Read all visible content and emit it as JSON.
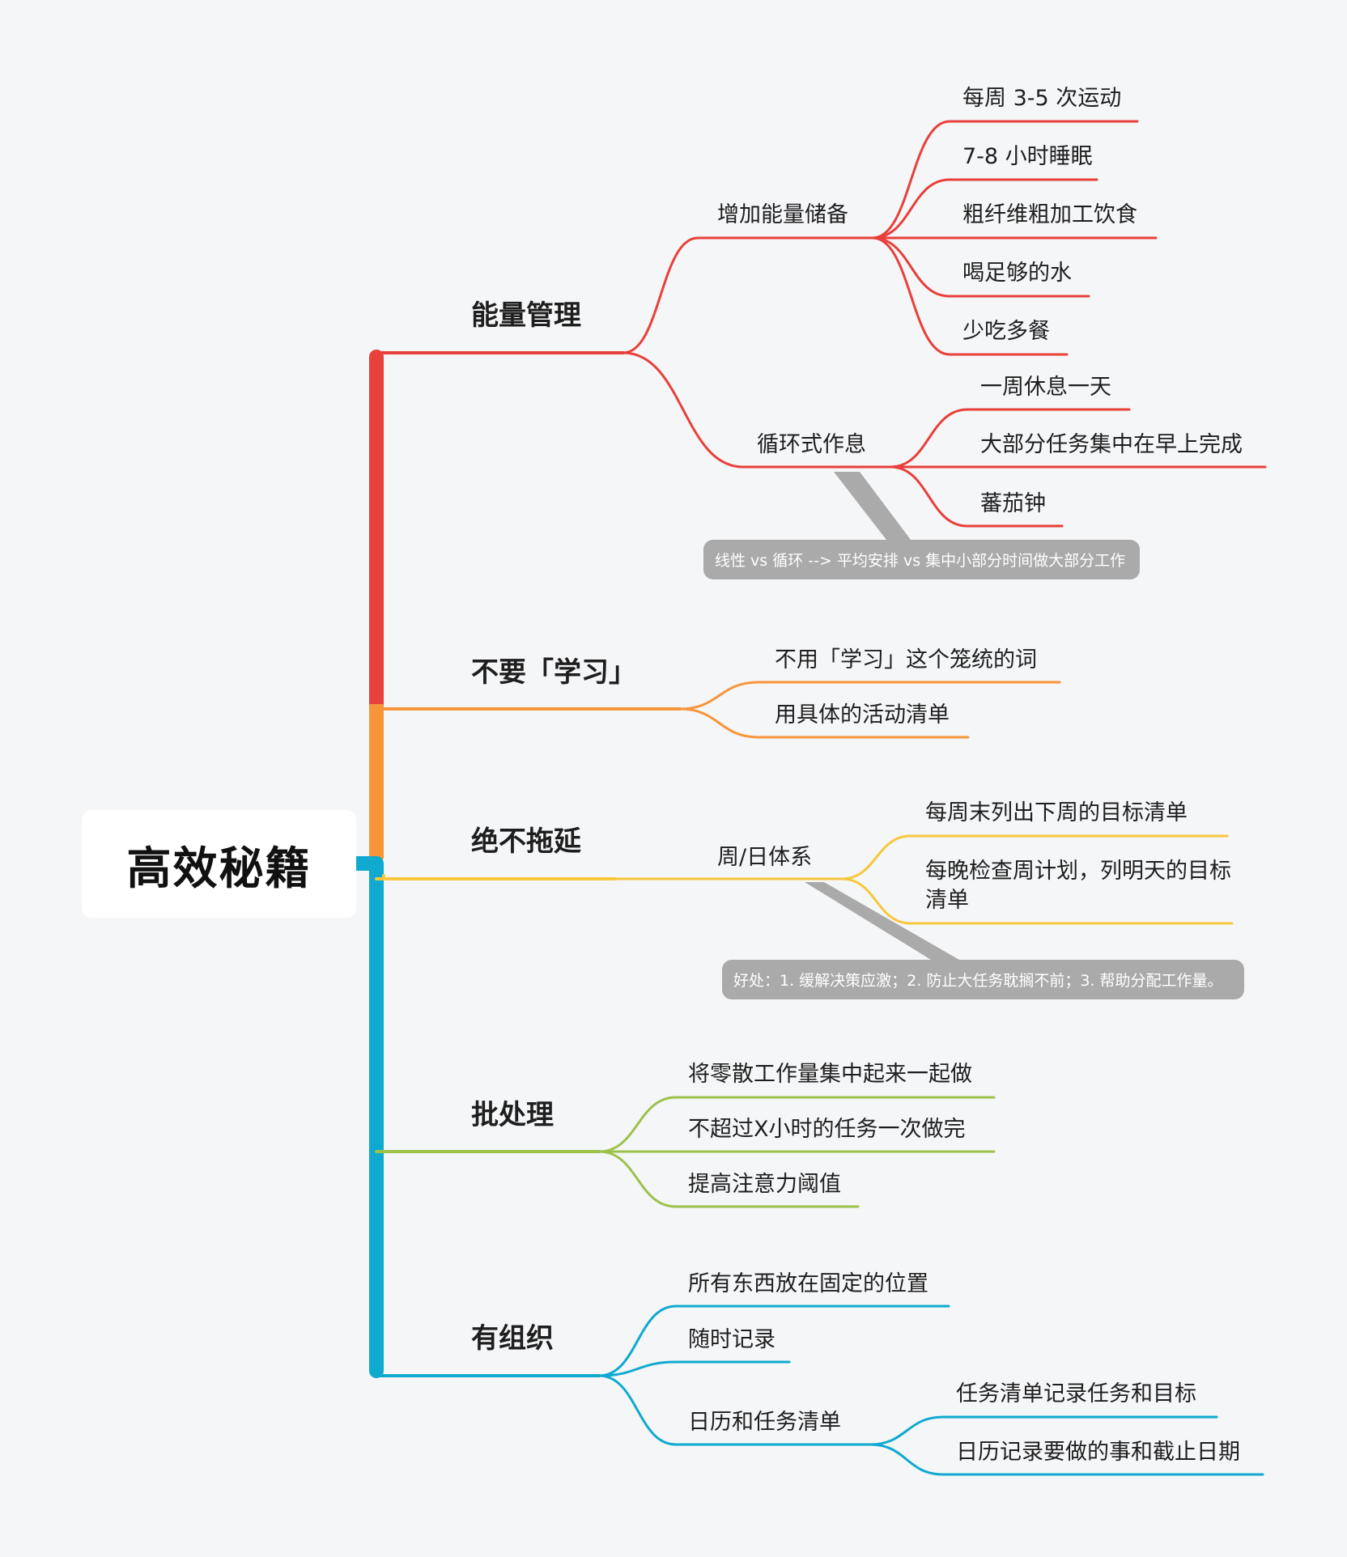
{
  "root": {
    "label": "高效秘籍"
  },
  "branches": [
    {
      "label": "能量管理",
      "color": "#e8403a",
      "children": [
        {
          "label": "增加能量储备",
          "children": [
            "每周 3-5 次运动",
            "7-8 小时睡眠",
            "粗纤维粗加工饮食",
            "喝足够的水",
            "少吃多餐"
          ]
        },
        {
          "label": "循环式作息",
          "children": [
            "一周休息一天",
            "大部分任务集中在早上完成",
            "蕃茄钟"
          ],
          "note": "线性 vs 循环 --> 平均安排 vs 集中小部分时间做大部分工作"
        }
      ]
    },
    {
      "label": "不要「学习」",
      "color": "#f7953a",
      "children": [
        "不用「学习」这个笼统的词",
        "用具体的活动清单"
      ]
    },
    {
      "label": "绝不拖延",
      "color": "#f8c73c",
      "children": [
        {
          "label": "周/日体系",
          "children": [
            "每周末列出下周的目标清单",
            "每晚检查周计划，列明天的目标清单"
          ],
          "note": "好处：1. 缓解决策应激；2. 防止大任务耽搁不前；3. 帮助分配工作量。"
        }
      ]
    },
    {
      "label": "批处理",
      "color": "#9cc24a",
      "children": [
        "将零散工作量集中起来一起做",
        "不超过X小时的任务一次做完",
        "提高注意力阈值"
      ]
    },
    {
      "label": "有组织",
      "color": "#10a9cf",
      "children": [
        "所有东西放在固定的位置",
        "随时记录",
        {
          "label": "日历和任务清单",
          "children": [
            "任务清单记录任务和目标",
            "日历记录要做的事和截止日期"
          ]
        }
      ]
    }
  ]
}
